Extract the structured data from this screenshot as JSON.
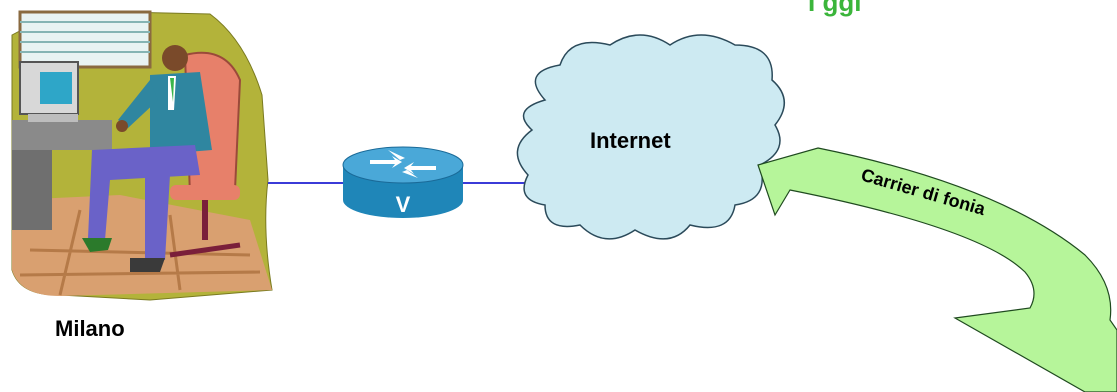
{
  "nodes": {
    "office": {
      "label": "Milano",
      "icon": "office-worker-clipart"
    },
    "router": {
      "icon": "voice-router-icon",
      "glyph": "V"
    },
    "cloud": {
      "label": "Internet",
      "icon": "internet-cloud"
    },
    "carrier": {
      "label": "Carrier di fonia",
      "icon": "curved-green-arrow"
    }
  },
  "partial_text": "I             ggi",
  "colors": {
    "link": "#3b3bd8",
    "cloud_fill": "#cdeaf2",
    "router_fill": "#1f86b8",
    "arrow_fill": "#b6f59a",
    "title_green": "#3bb53b"
  }
}
